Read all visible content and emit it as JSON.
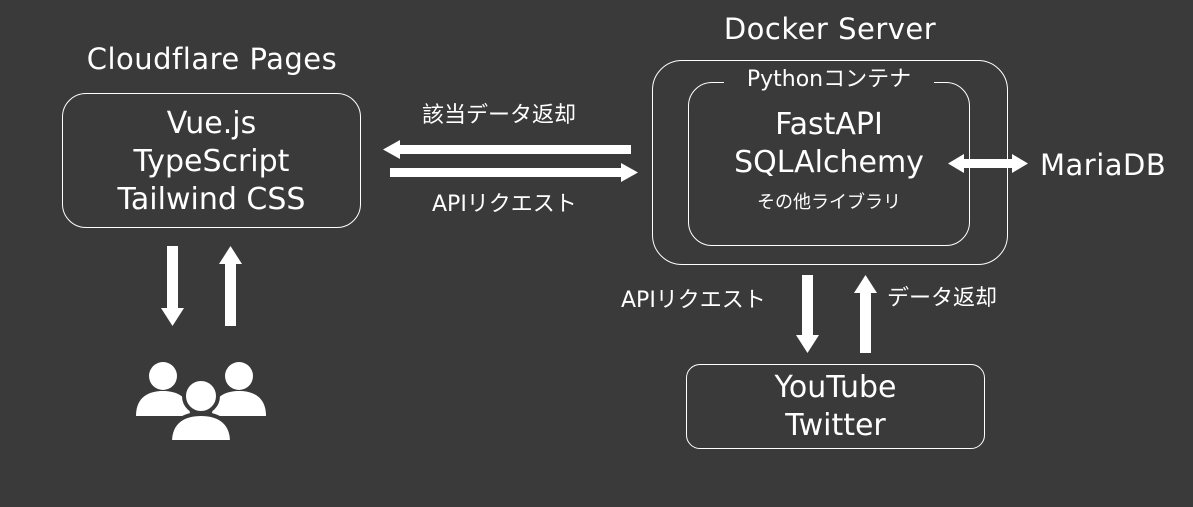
{
  "cloudflare": {
    "title": "Cloudflare Pages",
    "lines": [
      "Vue.js",
      "TypeScript",
      "Tailwind CSS"
    ]
  },
  "docker": {
    "title": "Docker Server",
    "container_label": "Pythonコンテナ",
    "lines": [
      "FastAPI",
      "SQLAlchemy"
    ],
    "sub_line": "その他ライブラリ"
  },
  "external": {
    "lines": [
      "YouTube",
      "Twitter"
    ]
  },
  "database": {
    "label": "MariaDB"
  },
  "arrows": {
    "response_top": "該当データ返却",
    "request_top": "APIリクエスト",
    "request_bottom": "APIリクエスト",
    "response_bottom": "データ返却"
  },
  "icons": {
    "users": "users-group-icon"
  },
  "colors": {
    "background": "#3a3a3a",
    "foreground": "#ffffff"
  }
}
